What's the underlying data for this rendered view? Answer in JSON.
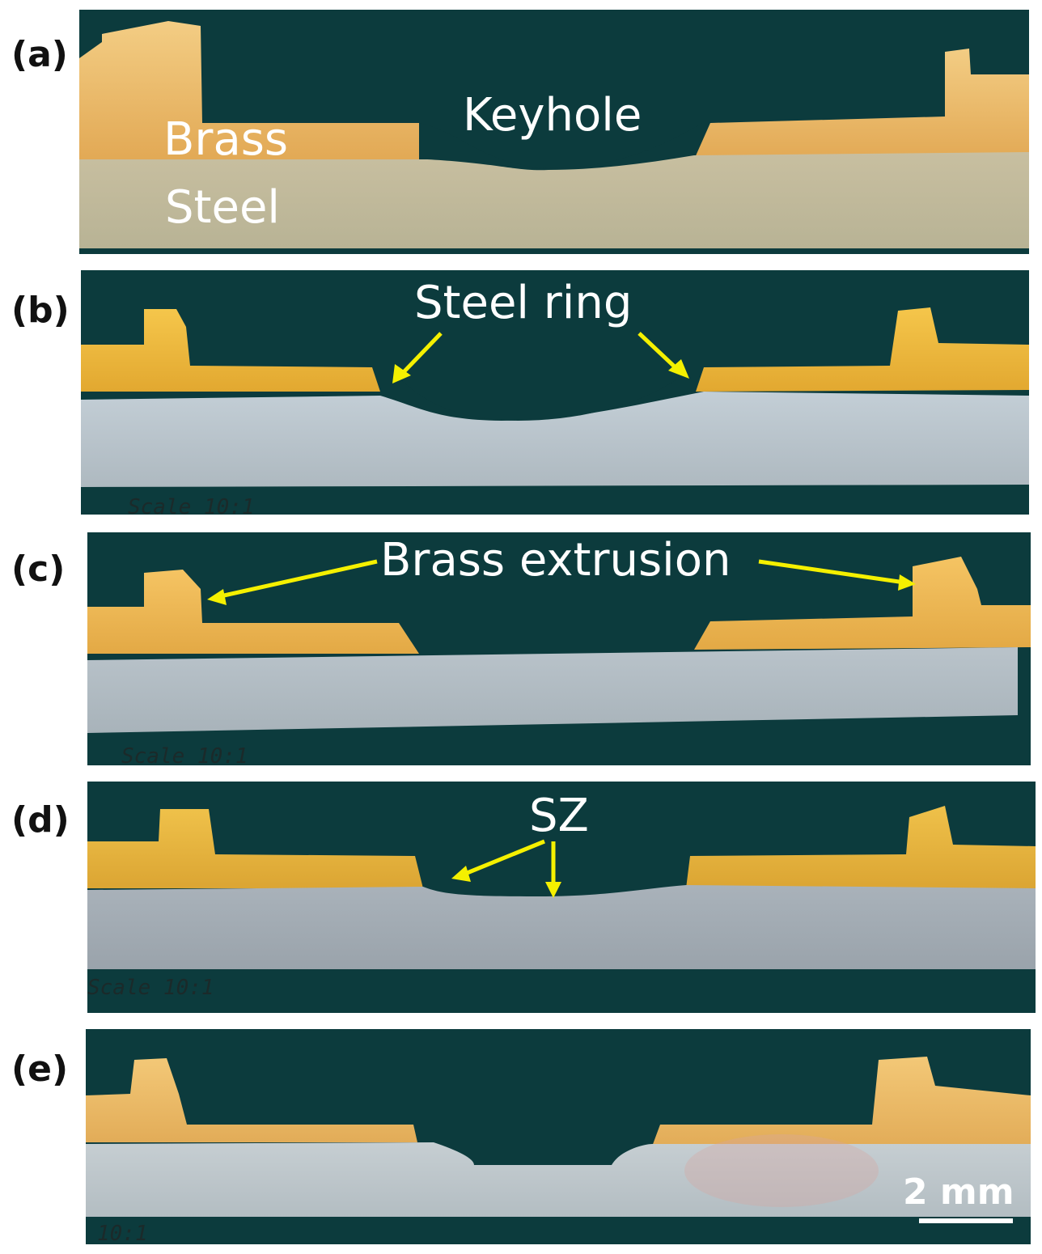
{
  "panels": [
    {
      "label": "(a)"
    },
    {
      "label": "(b)",
      "scale_note": "Scale 10:1"
    },
    {
      "label": "(c)",
      "scale_note": "Scale 10:1"
    },
    {
      "label": "(d)",
      "scale_note": "Scale 10:1"
    },
    {
      "label": "(e)",
      "scale_note": "10:1"
    }
  ],
  "annotations": {
    "keyhole": "Keyhole",
    "brass": "Brass",
    "steel": "Steel",
    "steel_ring": "Steel ring",
    "brass_extrusion": "Brass extrusion",
    "sz": "SZ"
  },
  "scale_bar": {
    "label": "2 mm"
  },
  "colors": {
    "background": "#0c3b3d",
    "brass": "#e8b64a",
    "steel": "#b9c3c8",
    "arrow": "#f5f000"
  }
}
